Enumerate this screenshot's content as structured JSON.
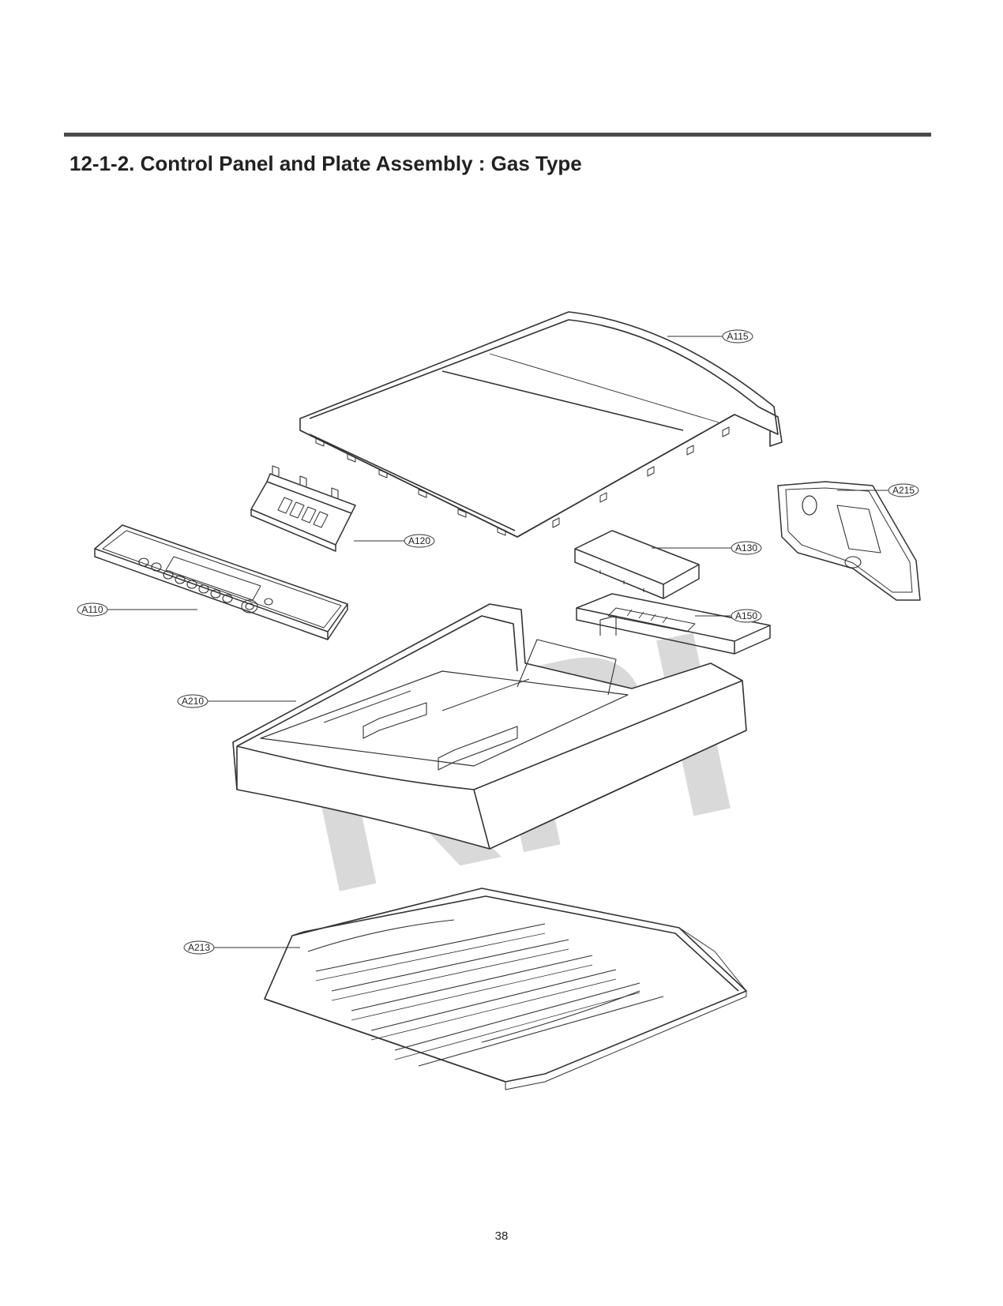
{
  "header": {
    "title": "12-1-2. Control Panel and Plate Assembly : Gas Type"
  },
  "watermark": {
    "text": "RPI",
    "color": "#d9d9d9"
  },
  "callouts": {
    "a115": "A115",
    "a215": "A215",
    "a120": "A120",
    "a130": "A130",
    "a110": "A110",
    "a150": "A150",
    "a210": "A210",
    "a213": "A213"
  },
  "footer": {
    "page_number": "38"
  },
  "colors": {
    "rule": "#4a4a4a",
    "line_art": "#333333",
    "text": "#222222"
  }
}
